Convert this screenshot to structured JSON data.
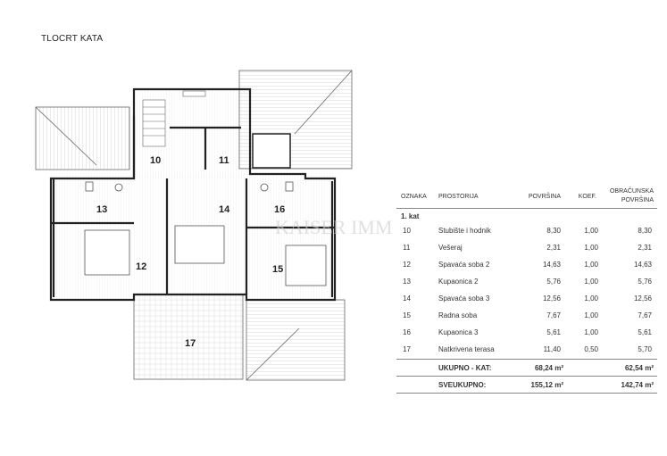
{
  "title": "TLOCRT KATA",
  "plan_labels": [
    "10",
    "11",
    "12",
    "13",
    "14",
    "15",
    "16",
    "17"
  ],
  "watermark": "KAISER IMMOBILIEN",
  "table": {
    "headers": {
      "oznaka": "OZNAKA",
      "prostorija": "PROSTORIJA",
      "povrsina": "POVRŠINA",
      "koef": "KOEF.",
      "obracunska_line1": "OBRAČUNSKA",
      "obracunska_line2": "POVRŠINA"
    },
    "section": "1. kat",
    "rows": [
      {
        "id": "10",
        "name": "Stubište i hodnik",
        "area": "8,30",
        "koef": "1,00",
        "calc": "8,30"
      },
      {
        "id": "11",
        "name": "Vešeraj",
        "area": "2,31",
        "koef": "1,00",
        "calc": "2,31"
      },
      {
        "id": "12",
        "name": "Spavaća soba  2",
        "area": "14,63",
        "koef": "1,00",
        "calc": "14,63"
      },
      {
        "id": "13",
        "name": "Kupaonica 2",
        "area": "5,76",
        "koef": "1,00",
        "calc": "5,76"
      },
      {
        "id": "14",
        "name": "Spavaća soba 3",
        "area": "12,56",
        "koef": "1,00",
        "calc": "12,56"
      },
      {
        "id": "15",
        "name": "Radna soba",
        "area": "7,67",
        "koef": "1,00",
        "calc": "7,67"
      },
      {
        "id": "16",
        "name": "Kupaonica 3",
        "area": "5,61",
        "koef": "1,00",
        "calc": "5,61"
      },
      {
        "id": "17",
        "name": "Natkrivena terasa",
        "area": "11,40",
        "koef": "0,50",
        "calc": "5,70"
      }
    ],
    "ukupno": {
      "label": "UKUPNO - KAT:",
      "area": "68,24 m²",
      "calc": "62,54 m²"
    },
    "sveukupno": {
      "label": "SVEUKUPNO:",
      "area": "155,12 m²",
      "calc": "142,74 m²"
    }
  }
}
